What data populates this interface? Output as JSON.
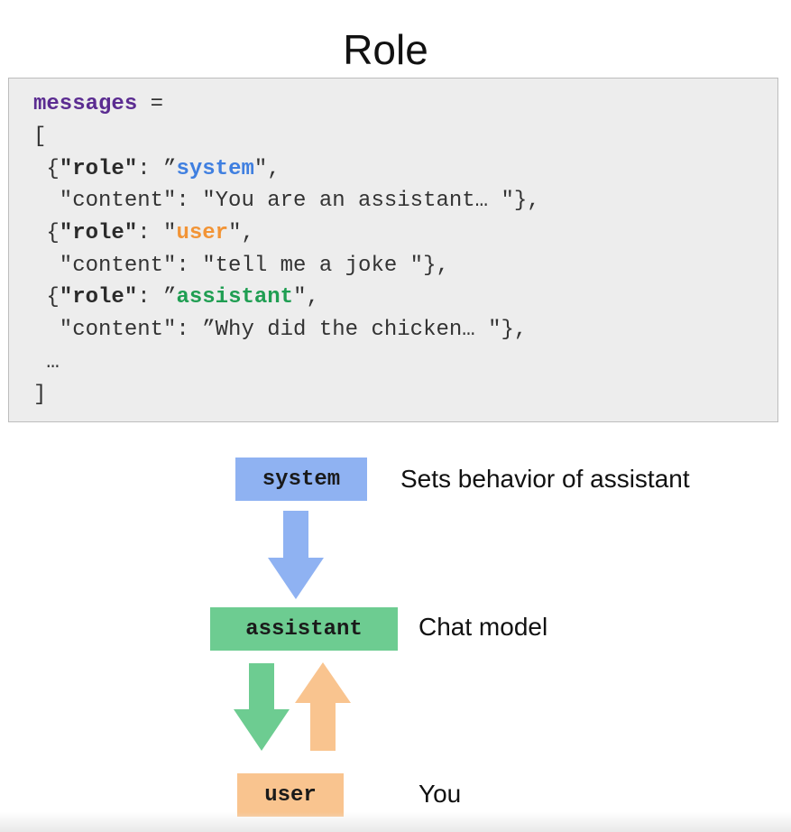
{
  "title": "Role",
  "code": {
    "messages_kw": "messages",
    "equals": " =",
    "open_bracket": "[",
    "line1_prefix": " {",
    "line1_key": "\"role\"",
    "line1_sep": ": ”",
    "line1_role": "system",
    "line1_suffix": "\",",
    "line2": "  \"content\": \"You are an assistant… \"},",
    "line3_prefix": " {",
    "line3_key": "\"role\"",
    "line3_sep": ": \"",
    "line3_role": "user",
    "line3_suffix": "\",",
    "line4": "  \"content\": \"tell me a joke \"},",
    "line5_prefix": " {",
    "line5_key": "\"role\"",
    "line5_sep": ": ”",
    "line5_role": "assistant",
    "line5_suffix": "\",",
    "line6": "  \"content\": ”Why did the chicken… \"},",
    "ellipsis": " …",
    "close_bracket": "]"
  },
  "diagram": {
    "system_label": "system",
    "system_desc": "Sets behavior of assistant",
    "assistant_label": "assistant",
    "assistant_desc": "Chat model",
    "user_label": "user",
    "user_desc": "You"
  },
  "colors": {
    "system": "#8fb2f2",
    "assistant": "#6dcc91",
    "user": "#f9c48f",
    "arrow_blue": "#8fb2f2",
    "arrow_green": "#6dcc91",
    "arrow_orange": "#f9c48f"
  },
  "icons": {
    "arrow_down_blue": "arrow-down-icon",
    "arrow_down_green": "arrow-down-icon",
    "arrow_up_orange": "arrow-up-icon"
  }
}
